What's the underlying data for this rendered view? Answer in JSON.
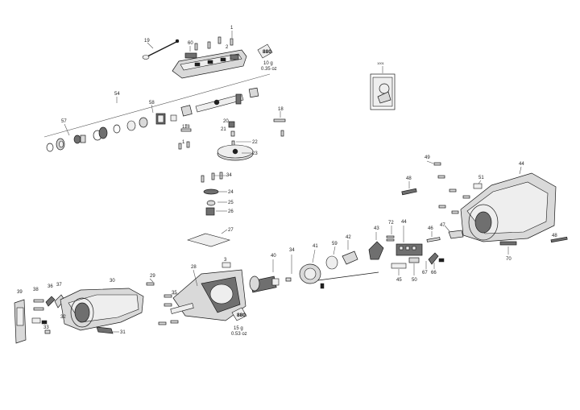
{
  "diagram": {
    "callouts": [
      {
        "id": "c1",
        "label": "1"
      },
      {
        "id": "c2",
        "label": "2"
      },
      {
        "id": "c3",
        "label": "3"
      },
      {
        "id": "c17",
        "label": "17"
      },
      {
        "id": "c18a",
        "label": "18"
      },
      {
        "id": "c18b",
        "label": "18"
      },
      {
        "id": "c19",
        "label": "19"
      },
      {
        "id": "c20",
        "label": "20"
      },
      {
        "id": "c21",
        "label": "21"
      },
      {
        "id": "c22",
        "label": "22"
      },
      {
        "id": "c23",
        "label": "23"
      },
      {
        "id": "c24",
        "label": "24"
      },
      {
        "id": "c25",
        "label": "25"
      },
      {
        "id": "c26",
        "label": "26"
      },
      {
        "id": "c27",
        "label": "27"
      },
      {
        "id": "c28",
        "label": "28"
      },
      {
        "id": "c29",
        "label": "29"
      },
      {
        "id": "c30",
        "label": "30"
      },
      {
        "id": "c31",
        "label": "31"
      },
      {
        "id": "c32",
        "label": "32"
      },
      {
        "id": "c33",
        "label": "33"
      },
      {
        "id": "c34a",
        "label": "34"
      },
      {
        "id": "c34b",
        "label": "34"
      },
      {
        "id": "c35",
        "label": "35"
      },
      {
        "id": "c36",
        "label": "36"
      },
      {
        "id": "c37",
        "label": "37"
      },
      {
        "id": "c38",
        "label": "38"
      },
      {
        "id": "c39",
        "label": "39"
      },
      {
        "id": "c40",
        "label": "40"
      },
      {
        "id": "c41",
        "label": "41"
      },
      {
        "id": "c42",
        "label": "42"
      },
      {
        "id": "c43",
        "label": "43"
      },
      {
        "id": "c44a",
        "label": "44"
      },
      {
        "id": "c44b",
        "label": "44"
      },
      {
        "id": "c45",
        "label": "45"
      },
      {
        "id": "c46",
        "label": "46"
      },
      {
        "id": "c47",
        "label": "47"
      },
      {
        "id": "c48a",
        "label": "48"
      },
      {
        "id": "c48b",
        "label": "48"
      },
      {
        "id": "c49",
        "label": "49"
      },
      {
        "id": "c50",
        "label": "50"
      },
      {
        "id": "c51",
        "label": "51"
      },
      {
        "id": "c54",
        "label": "54"
      },
      {
        "id": "c57",
        "label": "57"
      },
      {
        "id": "c58",
        "label": "58"
      },
      {
        "id": "c59",
        "label": "59"
      },
      {
        "id": "c60",
        "label": "60"
      },
      {
        "id": "c66",
        "label": "66"
      },
      {
        "id": "c67",
        "label": "67"
      },
      {
        "id": "c70",
        "label": "70"
      },
      {
        "id": "c72",
        "label": "72"
      },
      {
        "id": "c1001",
        "label": "1001"
      }
    ],
    "lubricant_notes": [
      {
        "id": "grease-top",
        "badge": "880",
        "amount": "10 g",
        "amount_oz": "0.35 oz"
      },
      {
        "id": "grease-gear",
        "badge": "880",
        "amount": "15 g",
        "amount_oz": "0.53 oz"
      }
    ]
  }
}
